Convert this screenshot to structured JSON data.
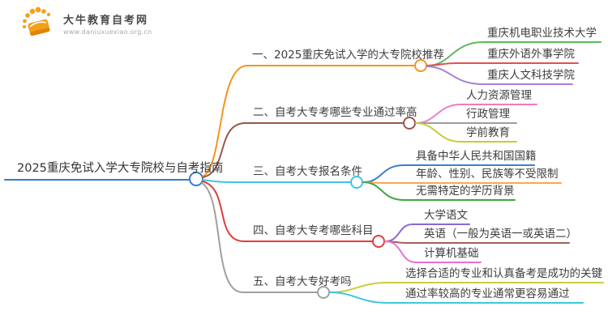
{
  "logo": {
    "title": "大牛教育自考网",
    "url": "www.daniuxuexiao.org.cn",
    "icon": "book-icon",
    "brand_color": "#F5A01B"
  },
  "root": {
    "label": "2025重庆免试入学大专院校与自考指南",
    "color": "#2F7EC7"
  },
  "branches": [
    {
      "label": "一、2025重庆免试入学的大专院校推荐",
      "color": "#F7941D",
      "children": [
        {
          "label": "重庆机电职业技术大学",
          "color": "#5CB85C"
        },
        {
          "label": "重庆外语外事学院",
          "color": "#E05252"
        },
        {
          "label": "重庆人文科技学院",
          "color": "#A97FD8"
        }
      ]
    },
    {
      "label": "二、自考大专考哪些专业通过率高",
      "color": "#9A564E",
      "children": [
        {
          "label": "人力资源管理",
          "color": "#F27BBD"
        },
        {
          "label": "行政管理",
          "color": "#9E9E9E"
        },
        {
          "label": "学前教育",
          "color": "#C6CC35"
        }
      ]
    },
    {
      "label": "三、自考大专报名条件",
      "color": "#41C4E1",
      "children": [
        {
          "label": "具备中华人民共和国国籍",
          "color": "#3D7FC9"
        },
        {
          "label": "年龄、性别、民族等不受限制",
          "color": "#FAA851"
        },
        {
          "label": "无需特定的学历背景",
          "color": "#41A447"
        }
      ]
    },
    {
      "label": "四、自考大专考哪些科目",
      "color": "#E23C3C",
      "children": [
        {
          "label": "大学语文",
          "color": "#8A68D8"
        },
        {
          "label": "英语（一般为英语一或英语二）",
          "color": "#A2615B"
        },
        {
          "label": "计算机基础",
          "color": "#EE71C8"
        }
      ]
    },
    {
      "label": "五、自考大专好考吗",
      "color": "#A0A0A0",
      "children": [
        {
          "label": "选择合适的专业和认真备考是成功的关键",
          "color": "#C9CE3E"
        },
        {
          "label": "通过率较高的专业通常更容易通过",
          "color": "#3EC8DC"
        }
      ]
    }
  ]
}
